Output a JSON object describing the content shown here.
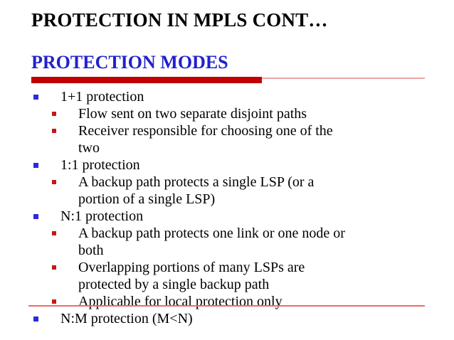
{
  "slide": {
    "title": "PROTECTION IN MPLS CONT…",
    "subtitle": "PROTECTION MODES",
    "colors": {
      "title_text": "#000000",
      "subtitle_text": "#2121cd",
      "accent_bar": "#c00000",
      "accent_line_light": "#e9a6a6",
      "bottom_line": "#ee6a6a",
      "bullet_level1": "#2a2ae0",
      "bullet_level2": "#c01a1a",
      "body_text": "#000000"
    },
    "bullets": [
      {
        "level": 1,
        "text": "1+1 protection"
      },
      {
        "level": 2,
        "text": "Flow sent on two separate disjoint paths"
      },
      {
        "level": 2,
        "text": "Receiver responsible for choosing one of the two"
      },
      {
        "level": 1,
        "text": "1:1 protection"
      },
      {
        "level": 2,
        "text": "A backup path protects a single LSP (or a portion of a single LSP)"
      },
      {
        "level": 1,
        "text": "N:1 protection"
      },
      {
        "level": 2,
        "text": "A backup path protects one link or one node or both"
      },
      {
        "level": 2,
        "text": "Overlapping portions of many LSPs are protected by a single backup path"
      },
      {
        "level": 2,
        "text": "Applicable for local protection only"
      },
      {
        "level": 1,
        "text": "N:M protection (M<N)"
      }
    ]
  }
}
